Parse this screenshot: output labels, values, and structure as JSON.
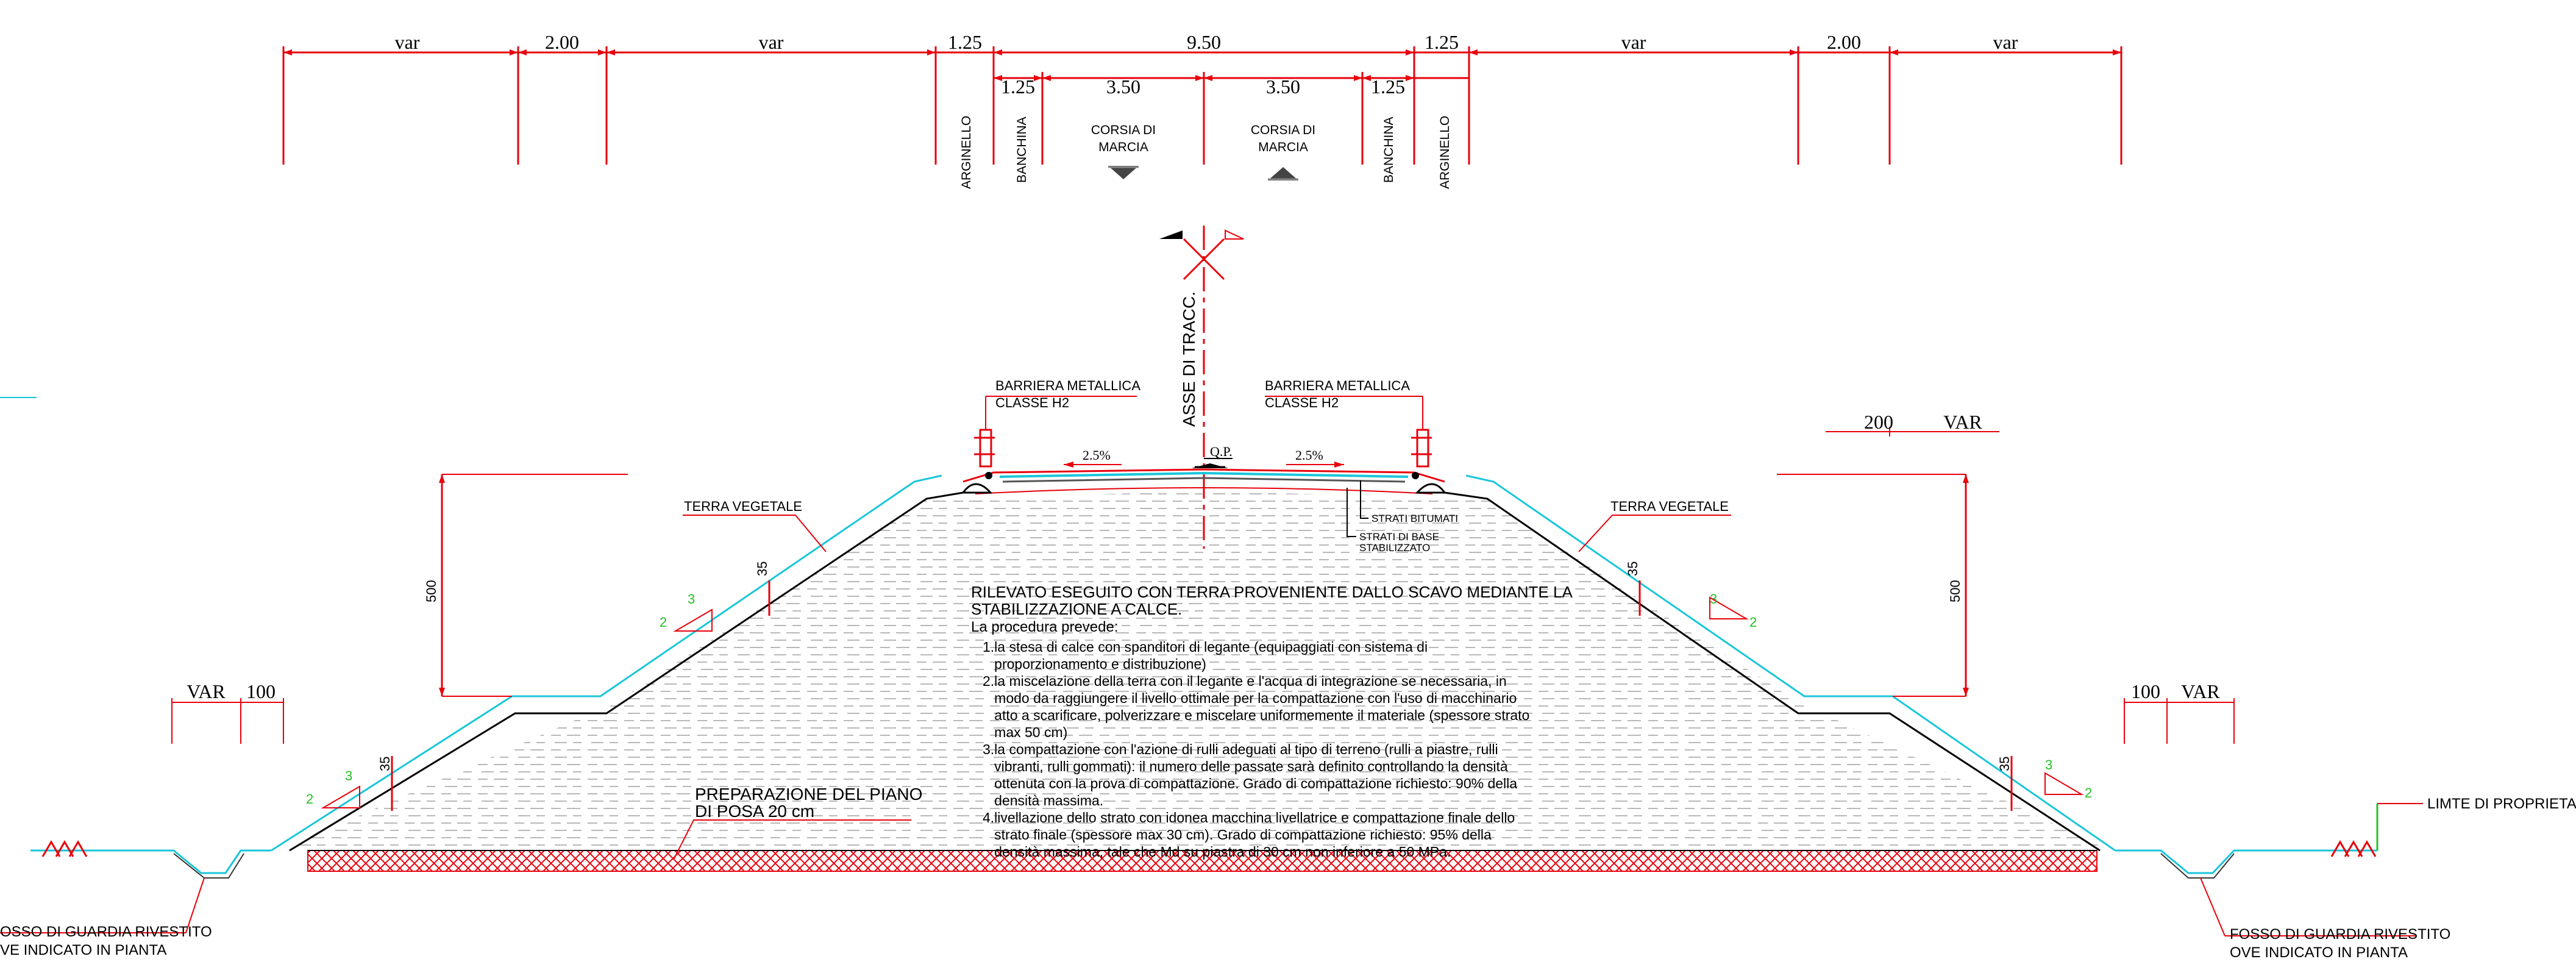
{
  "dims_top": [
    "var",
    "2.00",
    "var",
    "1.25",
    "9.50",
    "1.25",
    "var",
    "2.00",
    "var"
  ],
  "dims_sub": [
    "1.25",
    "3.50",
    "3.50",
    "1.25"
  ],
  "vertical_labels": {
    "arginello": "ARGINELLO",
    "banchina": "BANCHINA",
    "asse": "ASSE DI TRACC."
  },
  "lane": {
    "line1": "CORSIA DI",
    "line2": "MARCIA"
  },
  "barrier": {
    "line1": "BARRIERA METALLICA",
    "line2": "CLASSE H2"
  },
  "slopes": {
    "pct": "2.5%",
    "qp": "Q.P."
  },
  "strata": {
    "bitumati": "STRATI  BITUMATI",
    "base1": "STRATI  DI  BASE",
    "base2": "STABILIZZATO"
  },
  "terra": "TERRA VEGETALE",
  "side_dims": {
    "h500": "500",
    "v35": "35",
    "var": "VAR",
    "d100": "100",
    "d200": "200"
  },
  "ratio": {
    "three": "3",
    "two": "2"
  },
  "notes": {
    "title1": "RILEVATO ESEGUITO CON TERRA PROVENIENTE DALLO SCAVO MEDIANTE LA",
    "title2": "STABILIZZAZIONE A CALCE.",
    "intro": "La procedura prevede:",
    "lines": [
      "1.la stesa di calce con spanditori di legante (equipaggiati con sistema di",
      "   proporzionamento e distribuzione)",
      "2.la miscelazione della terra con il legante e l'acqua di integrazione se necessaria, in",
      "   modo da raggiungere il livello ottimale per la compattazione con l'uso di macchinario",
      "   atto a scarificare, polverizzare e miscelare uniformemente il materiale (spessore strato",
      "   max 50 cm)",
      "3.la compattazione con l'azione di rulli adeguati al tipo di terreno (rulli a piastre, rulli",
      "   vibranti, rulli gommati): il numero delle passate sarà definito controllando la densità",
      "   ottenuta con la prova di compattazione. Grado di compattazione richiesto: 90% della",
      "   densità massima.",
      "4.livellazione dello strato con idonea macchina livellatrice e compattazione finale dello",
      "   strato finale (spessore max 30 cm). Grado di compattazione richiesto: 95% della",
      "   densità massima, tale che Md su piastra di 30 cm non inferiore a 50 MPa."
    ]
  },
  "preparazione": {
    "line1": "PREPARAZIONE DEL PIANO",
    "line2": "DI POSA 20 cm"
  },
  "fosso_left": {
    "line1": "OSSO DI GUARDIA RIVESTITO",
    "line2": "VE INDICATO IN PIANTA"
  },
  "fosso_right": {
    "line1": "FOSSO DI GUARDIA RIVESTITO",
    "line2": "OVE INDICATO IN PIANTA"
  },
  "limite": "LIMTE DI PROPRIETA'"
}
